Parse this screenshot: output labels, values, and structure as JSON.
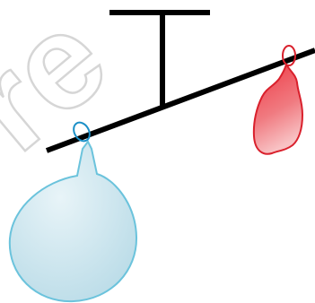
{
  "watermark": {
    "text": "re",
    "color": "#d6d6d6"
  },
  "diagram": {
    "beam_color": "#000000",
    "left_balloon": {
      "fill": "#cfe8f1",
      "stroke": "#6bc3dc",
      "knot_color": "#1a8fc7",
      "state": "inflated"
    },
    "right_balloon": {
      "fill": "#ee4d57",
      "stroke": "#d9202c",
      "knot_color": "#d9202c",
      "state": "deflated"
    }
  }
}
